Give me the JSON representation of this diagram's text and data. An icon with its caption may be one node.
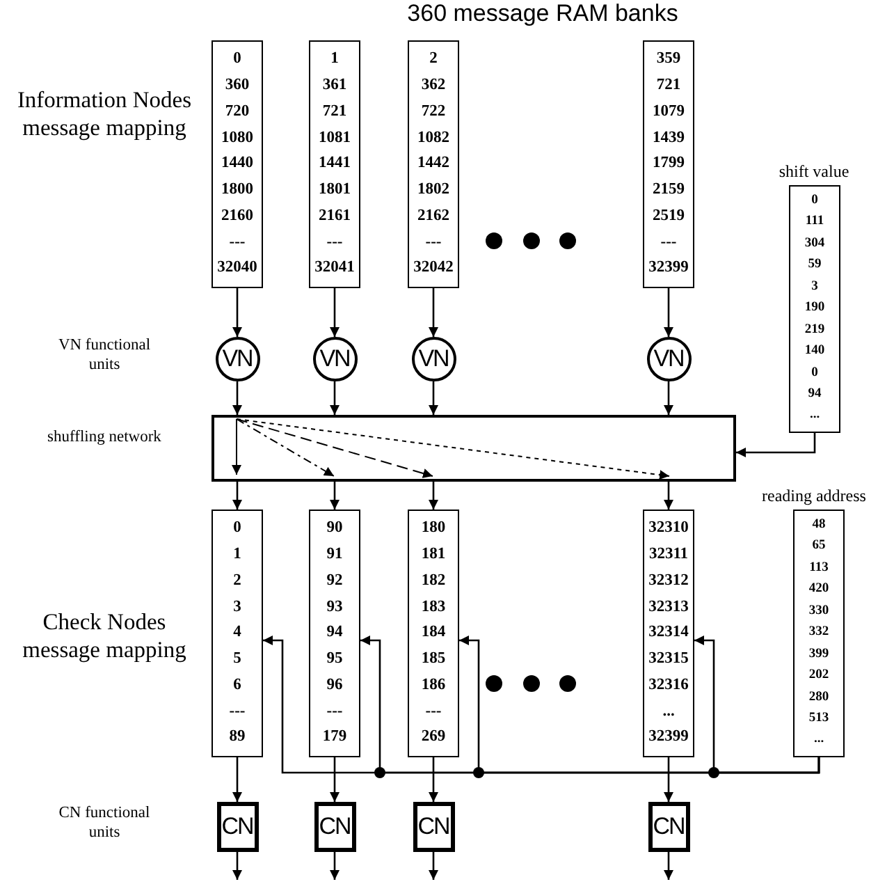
{
  "diagram": {
    "title": "360 message RAM banks",
    "nodes": [
      {
        "text": [
          "0",
          "360",
          "720",
          "1080",
          "1440",
          "1800",
          "2160",
          "---",
          "32040"
        ]
      },
      {
        "text": [
          "1",
          "361",
          "721",
          "1081",
          "1441",
          "1801",
          "2161",
          "---",
          "32041"
        ]
      },
      {
        "text": [
          "2",
          "362",
          "722",
          "1082",
          "1442",
          "1802",
          "2162",
          "---",
          "32042"
        ]
      },
      {
        "text": [
          "359",
          "721",
          "1079",
          "1439",
          "1799",
          "2159",
          "2519",
          "---",
          "32399"
        ]
      },
      {
        "text": [
          "0",
          "111",
          "304",
          "59",
          "3",
          "190",
          "219",
          "140",
          "0",
          "94",
          "..."
        ],
        "beside": [
          "shift value"
        ]
      },
      {
        "text": [
          "VN"
        ]
      },
      {
        "text": [
          "VN"
        ]
      },
      {
        "text": [
          "VN"
        ]
      },
      {
        "text": [
          "VN"
        ]
      },
      {
        "text": [],
        "shape": "box"
      },
      {
        "text": [
          "0",
          "1",
          "2",
          "3",
          "4",
          "5",
          "6",
          "---",
          "89"
        ]
      },
      {
        "text": [
          "90",
          "91",
          "92",
          "93",
          "94",
          "95",
          "96",
          "---",
          "179"
        ]
      },
      {
        "text": [
          "180",
          "181",
          "182",
          "183",
          "184",
          "185",
          "186",
          "---",
          "269"
        ]
      },
      {
        "text": [
          "32310",
          "32311",
          "32312",
          "32313",
          "32314",
          "32315",
          "32316",
          "...",
          "32399"
        ]
      },
      {
        "text": [
          "48",
          "65",
          "113",
          "420",
          "330",
          "332",
          "399",
          "202",
          "280",
          "513",
          "..."
        ],
        "beside": [
          "reading address"
        ]
      },
      {
        "text": [
          "CN"
        ]
      },
      {
        "text": [
          "CN"
        ]
      },
      {
        "text": [
          "CN"
        ]
      },
      {
        "text": [
          "CN"
        ]
      }
    ],
    "edges": [
      {
        "from": 0,
        "to": 5,
        "arrow": "to"
      },
      {
        "from": 1,
        "to": 6,
        "arrow": "to"
      },
      {
        "from": 2,
        "to": 7,
        "arrow": "to"
      },
      {
        "from": 3,
        "to": 8,
        "arrow": "to"
      },
      {
        "from": 5,
        "to": 9,
        "arrow": "to"
      },
      {
        "from": 6,
        "to": 9,
        "arrow": "to"
      },
      {
        "from": 7,
        "to": 9,
        "arrow": "to"
      },
      {
        "from": 8,
        "to": 9,
        "arrow": "to"
      },
      {
        "from": 4,
        "to": 9,
        "arrow": "to"
      },
      {
        "from": 9,
        "to": 10,
        "arrow": "to"
      },
      {
        "from": 9,
        "to": 11,
        "arrow": "to"
      },
      {
        "from": 9,
        "to": 12,
        "arrow": "to"
      },
      {
        "from": 9,
        "to": 13,
        "arrow": "to"
      },
      {
        "from": 14,
        "to": 10,
        "arrow": "to"
      },
      {
        "from": 14,
        "to": 11,
        "arrow": "to"
      },
      {
        "from": 14,
        "to": 12,
        "arrow": "to"
      },
      {
        "from": 14,
        "to": 13,
        "arrow": "to"
      },
      {
        "from": 10,
        "to": 15,
        "arrow": "to"
      },
      {
        "from": 11,
        "to": 16,
        "arrow": "to"
      },
      {
        "from": 12,
        "to": 17,
        "arrow": "to"
      },
      {
        "from": 13,
        "to": 18,
        "arrow": "to"
      },
      {
        "from": 15,
        "to": null,
        "arrow": "to"
      },
      {
        "from": 16,
        "to": null,
        "arrow": "to"
      },
      {
        "from": 17,
        "to": null,
        "arrow": "to"
      },
      {
        "from": 18,
        "to": null,
        "arrow": "to"
      }
    ],
    "labels": [
      "Information Nodes message mapping",
      "VN functional units",
      "shuffling network",
      "Check Nodes message mapping",
      "CN functional units"
    ]
  }
}
